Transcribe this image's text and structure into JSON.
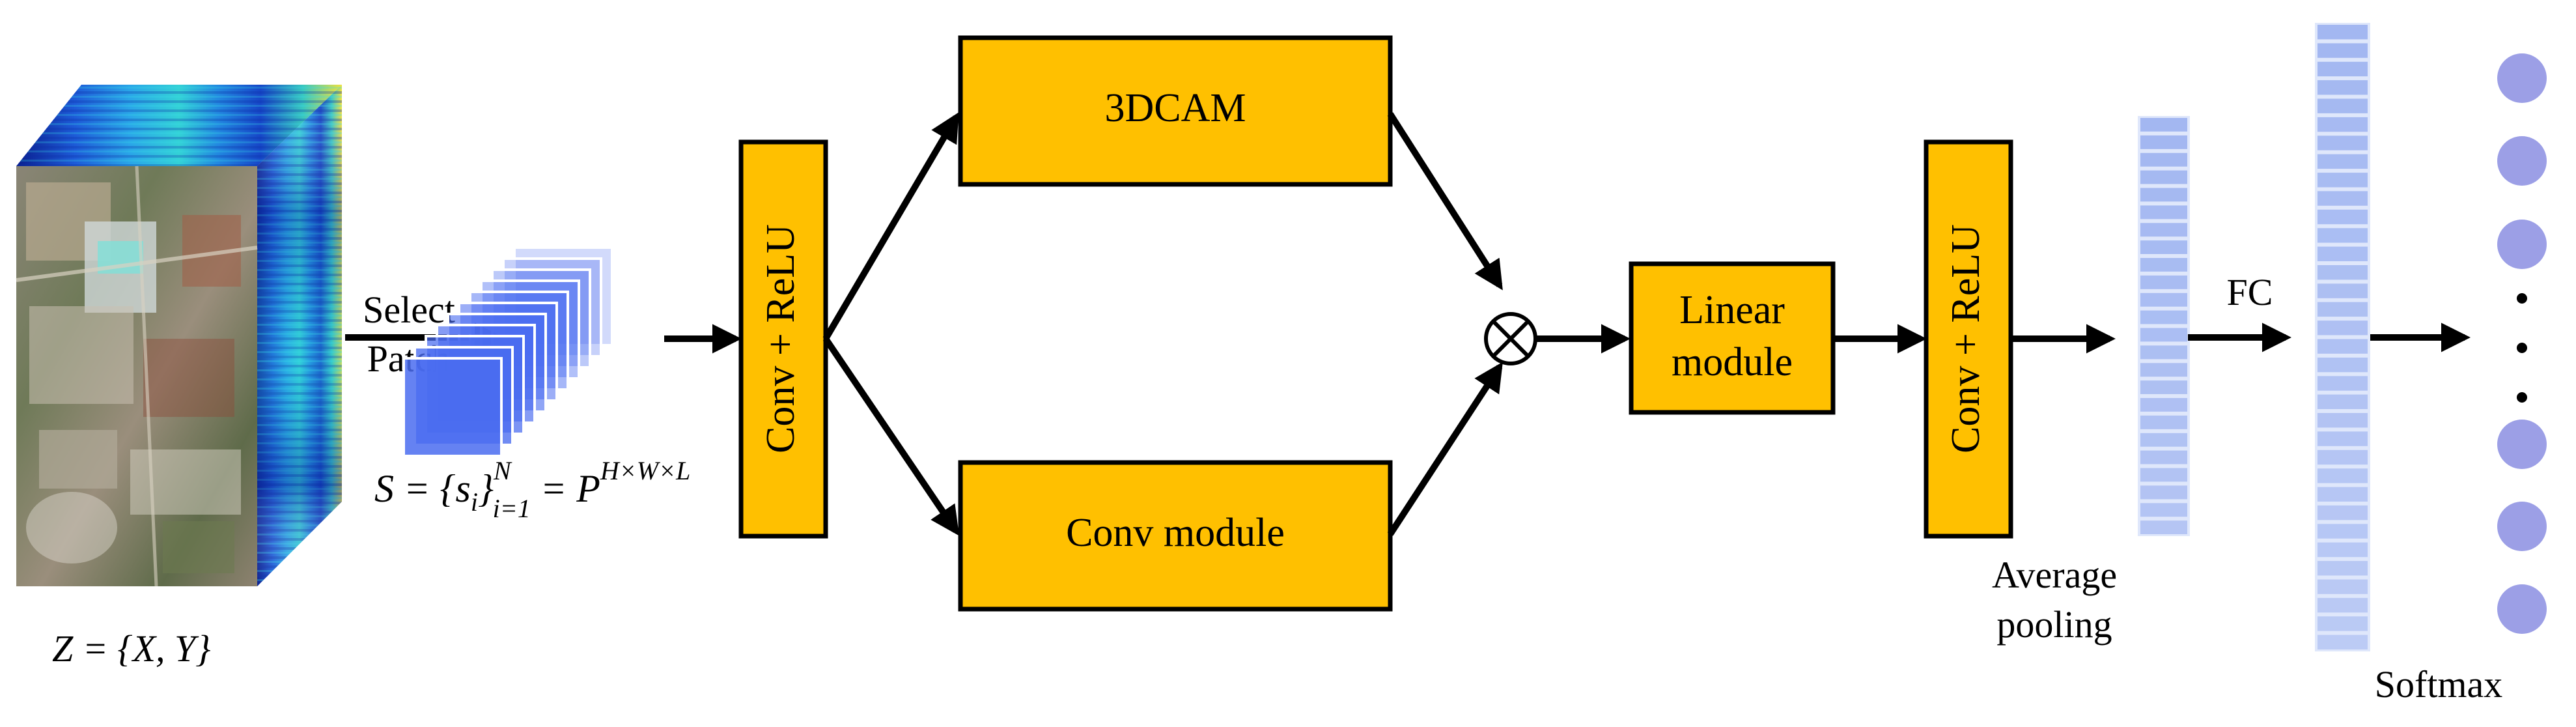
{
  "labels": {
    "select": "Select",
    "patch": "Patch",
    "conv_relu_1": "Conv + ReLU",
    "cam": "3DCAM",
    "conv_module": "Conv module",
    "linear_line1": "Linear",
    "linear_line2": "module",
    "conv_relu_2": "Conv + ReLU",
    "avg_line1": "Average",
    "avg_line2": "pooling",
    "fc": "FC",
    "softmax": "Softmax"
  },
  "formulas": {
    "z_eq": "Z = {X, Y}",
    "s_main": "S = {s",
    "s_sub_i": "i",
    "s_close": "}",
    "s_sup_n": "N",
    "s_sub_range": "i=1",
    "s_mid": " = P",
    "s_sup_dims": "H×W×L"
  },
  "symbols": {
    "multiply": "⊗",
    "ellipsis_dots": 3
  },
  "colors": {
    "module_fill": "#FFC000",
    "feature_bar": "#9FB4F0",
    "output_node": "#9C9FE6",
    "patch_stack": "#4A6CF0"
  }
}
